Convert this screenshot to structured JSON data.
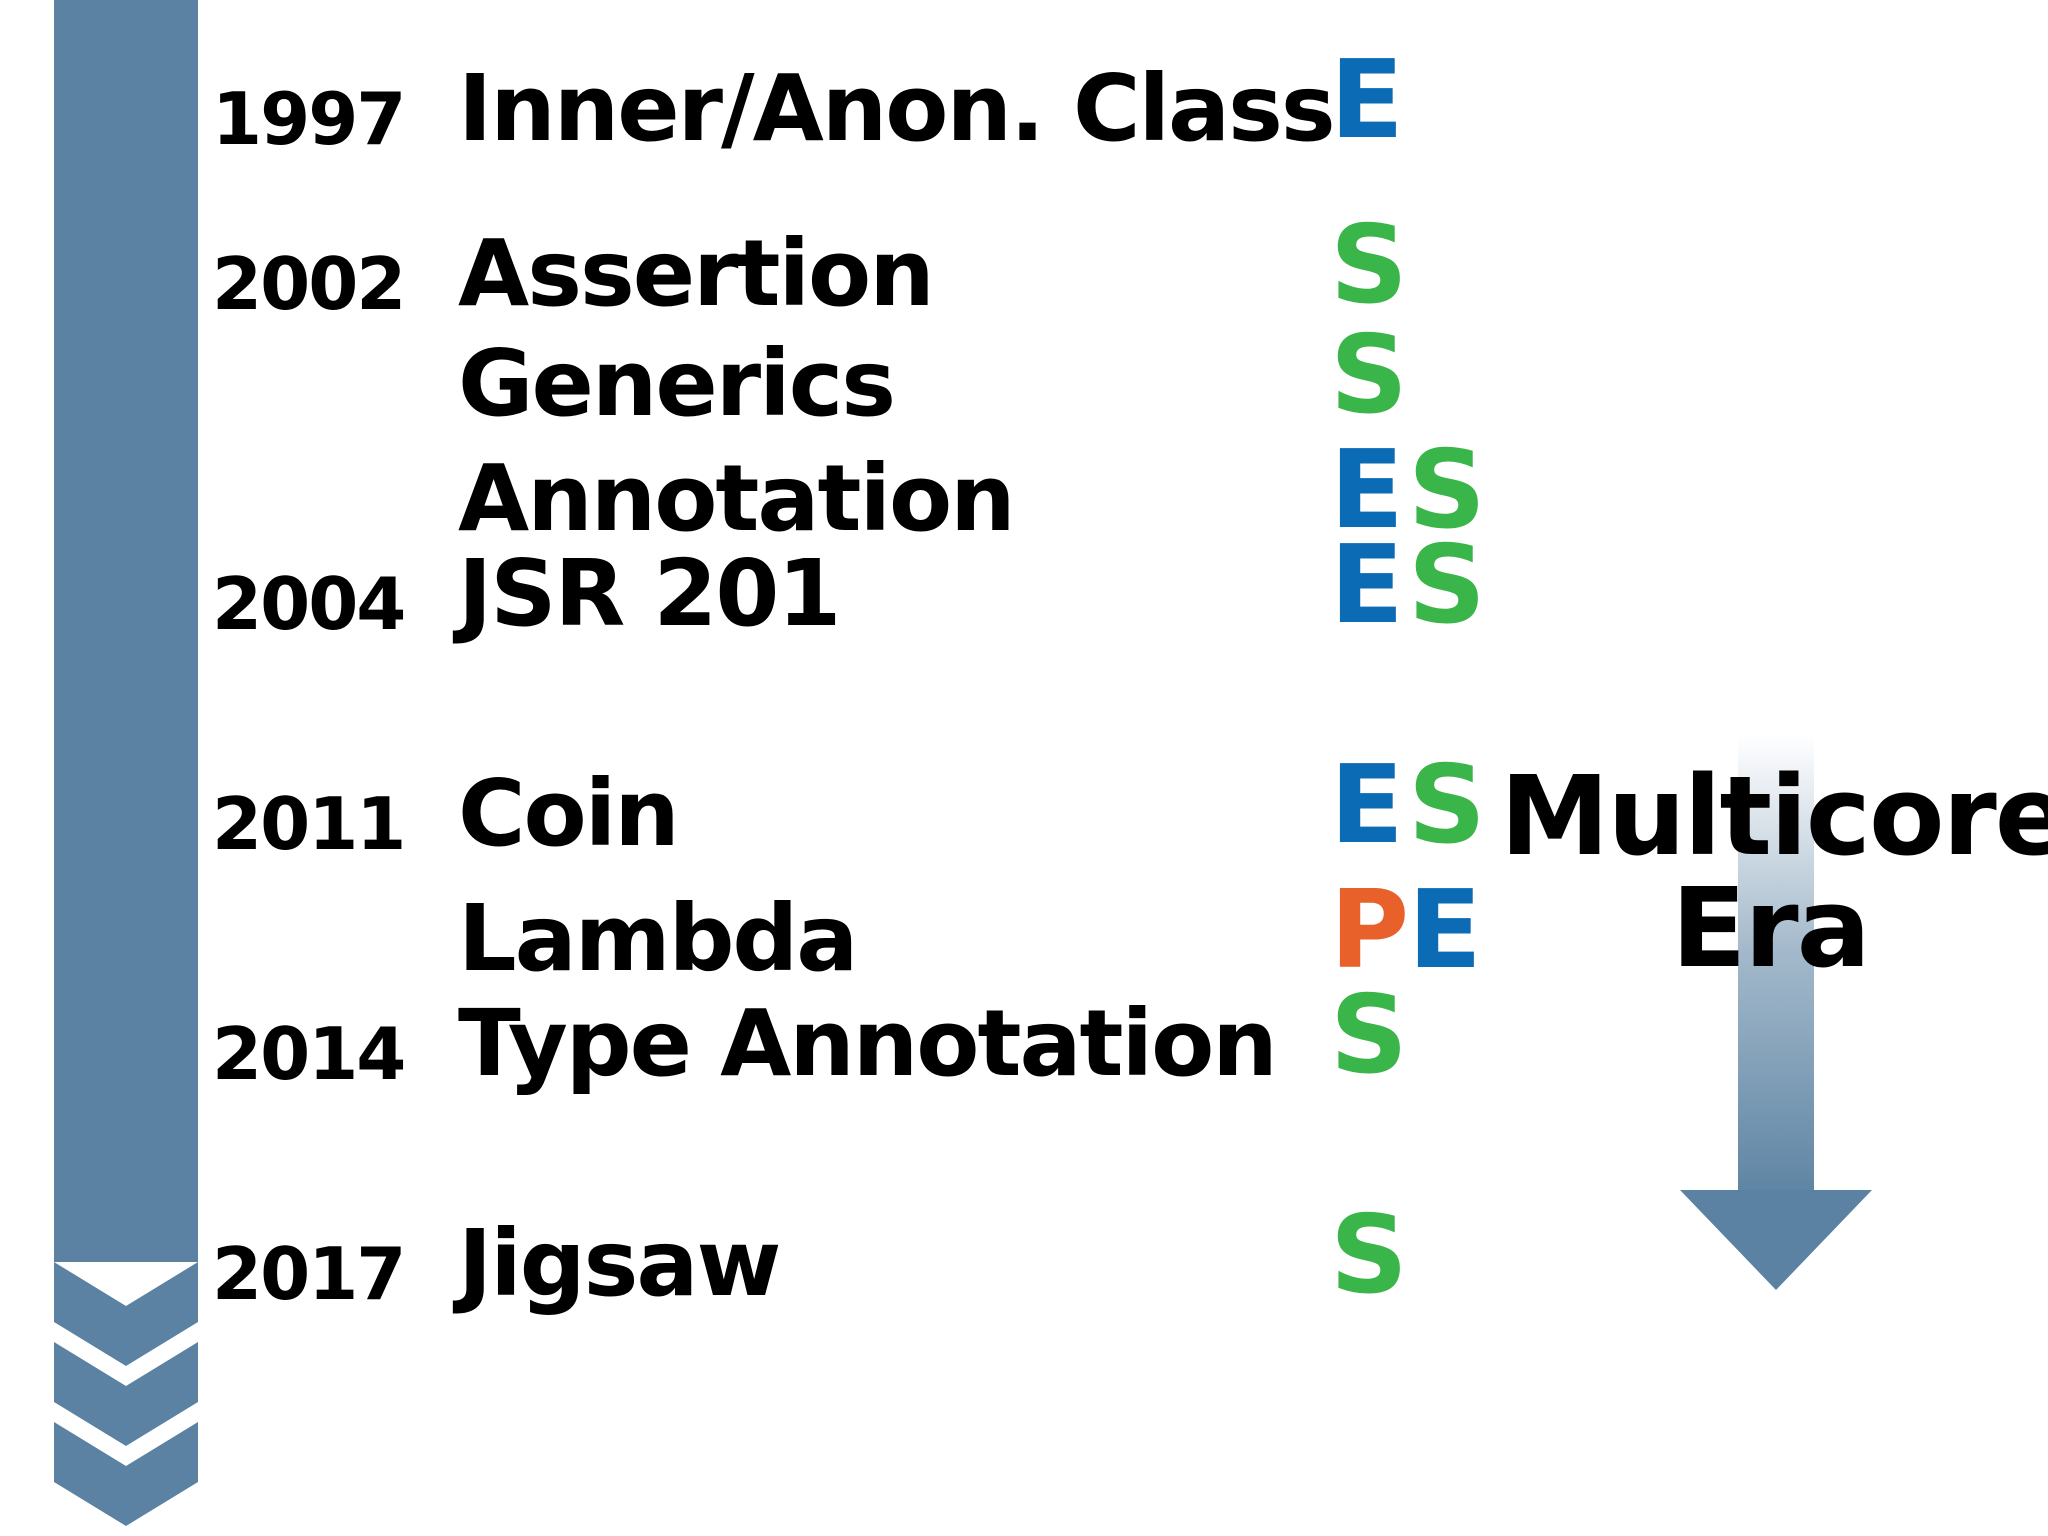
{
  "colors": {
    "timeline": "#5b82a2",
    "E": "#0b6bb5",
    "S": "#3ab54a",
    "P": "#e8602a"
  },
  "entries": [
    {
      "year": "1997",
      "feature": "Inner/Anon. Class",
      "tags": [
        "E"
      ]
    },
    {
      "year": "2002",
      "feature": "Assertion",
      "tags": [
        "S"
      ]
    },
    {
      "year": "",
      "feature": "Generics",
      "tags": [
        "S"
      ]
    },
    {
      "year": "",
      "feature": "Annotation",
      "tags": [
        "E",
        "S"
      ]
    },
    {
      "year": "2004",
      "feature": "JSR 201",
      "tags": [
        "E",
        "S"
      ]
    },
    {
      "year": "2011",
      "feature": "Coin",
      "tags": [
        "E",
        "S"
      ]
    },
    {
      "year": "",
      "feature": "Lambda",
      "tags": [
        "P",
        "E"
      ]
    },
    {
      "year": "2014",
      "feature": "Type Annotation",
      "tags": [
        "S"
      ]
    },
    {
      "year": "2017",
      "feature": "Jigsaw",
      "tags": [
        "S"
      ]
    }
  ],
  "era": {
    "line1": "Multicore",
    "line2": "Era"
  }
}
